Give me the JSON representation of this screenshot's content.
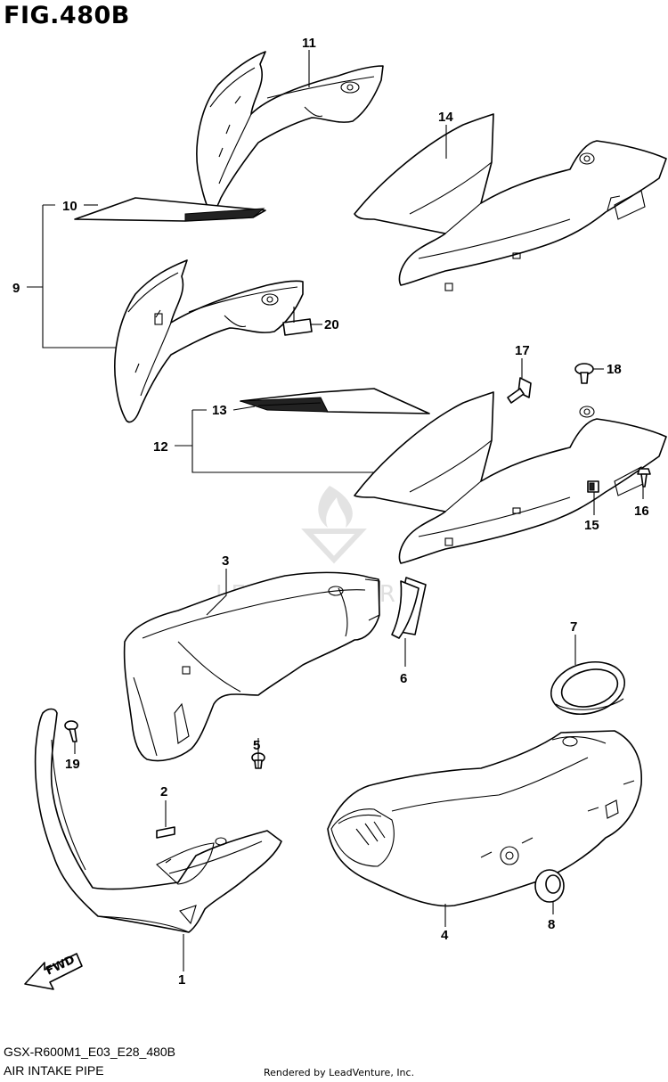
{
  "figure": {
    "title": "FIG.480B",
    "code": "GSX-R600M1_E03_E28_480B",
    "name": "AIR INTAKE PIPE",
    "credit": "Rendered by LeadVenture, Inc.",
    "watermark": "LEADVENTURE",
    "fwd_label": "FWD"
  },
  "callouts": [
    {
      "id": "c1",
      "number": "1"
    },
    {
      "id": "c2",
      "number": "2"
    },
    {
      "id": "c3",
      "number": "3"
    },
    {
      "id": "c4",
      "number": "4"
    },
    {
      "id": "c5",
      "number": "5"
    },
    {
      "id": "c6",
      "number": "6"
    },
    {
      "id": "c7",
      "number": "7"
    },
    {
      "id": "c8",
      "number": "8"
    },
    {
      "id": "c9",
      "number": "9"
    },
    {
      "id": "c10",
      "number": "10"
    },
    {
      "id": "c11",
      "number": "11"
    },
    {
      "id": "c12",
      "number": "12"
    },
    {
      "id": "c13",
      "number": "13"
    },
    {
      "id": "c14",
      "number": "14"
    },
    {
      "id": "c15",
      "number": "15"
    },
    {
      "id": "c16",
      "number": "16"
    },
    {
      "id": "c17",
      "number": "17"
    },
    {
      "id": "c18",
      "number": "18"
    },
    {
      "id": "c19",
      "number": "19"
    },
    {
      "id": "c20",
      "number": "20"
    }
  ],
  "colors": {
    "line": "#000000",
    "background": "#ffffff",
    "watermark": "#d8d8d8"
  }
}
